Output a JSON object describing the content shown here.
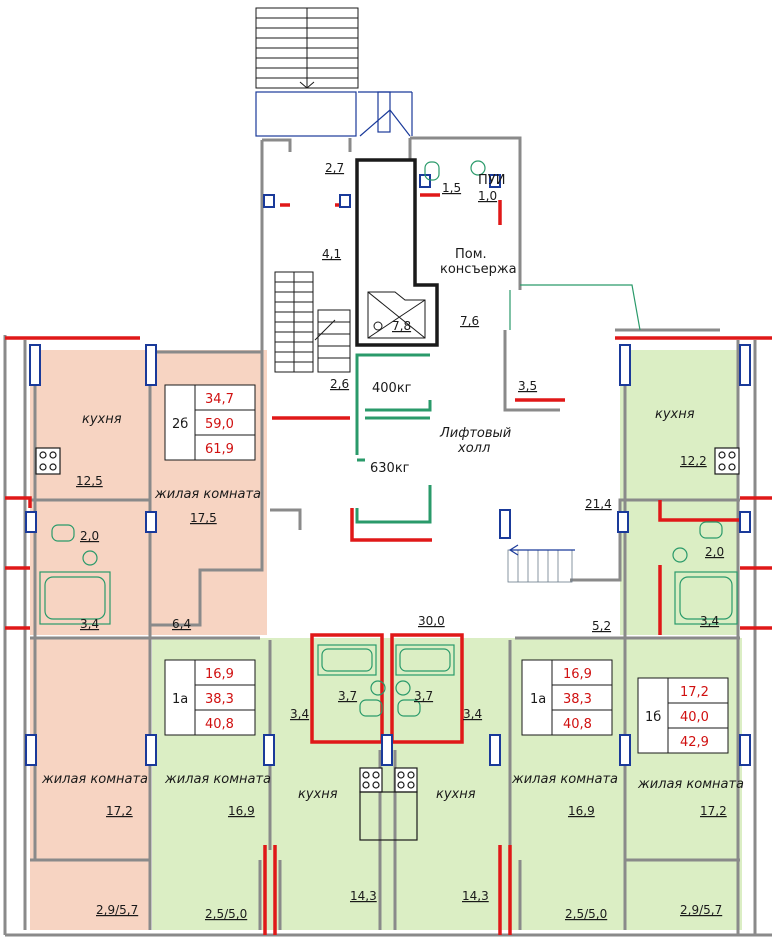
{
  "colors": {
    "peach": "#f7d4c2",
    "green": "#dbeec4",
    "wall": "#8a8a8a",
    "red": "#e01818",
    "blue": "#1a3a9a",
    "teal": "#2a9a6a"
  },
  "top": {
    "areas": [
      "2,7",
      "4,1",
      "2,6",
      "7,8",
      "7,6",
      "1,5",
      "1,0",
      "3,5"
    ],
    "pui": "ПУИ",
    "concierge_line1": "Пом.",
    "concierge_line2": "консъержа",
    "lift_small": "400кг",
    "lift_large": "630кг",
    "lift_hall_line1": "Лифтовый",
    "lift_hall_line2": "холл",
    "hall_area": "21,4",
    "corridor_area": "30,0"
  },
  "apt_left_2b": {
    "type": "2б",
    "values": [
      "34,7",
      "59,0",
      "61,9"
    ],
    "kitchen": "кухня",
    "kitchen_area": "12,5",
    "room": "жилая комната",
    "room_area": "17,5",
    "wc_area": "2,0",
    "bath_area": "3,4",
    "hall_area": "6,4"
  },
  "apt_right_top": {
    "kitchen": "кухня",
    "kitchen_area": "12,2",
    "wc_area": "2,0",
    "bath_area": "3,4",
    "hall_area": "5,2"
  },
  "apt_left_1a": {
    "type": "1а",
    "values": [
      "16,9",
      "38,3",
      "40,8"
    ],
    "room": "жилая комната",
    "room_area": "16,9",
    "hall_area": "3,4",
    "bath_area": "3,7",
    "kitchen": "кухня",
    "kitchen_area": "14,3",
    "balcony": "2,5/5,0"
  },
  "apt_right_1a": {
    "type": "1а",
    "values": [
      "16,9",
      "38,3",
      "40,8"
    ],
    "room": "жилая комната",
    "room_area": "16,9",
    "hall_area": "3,4",
    "bath_area": "3,7",
    "kitchen": "кухня",
    "kitchen_area": "14,3",
    "balcony": "2,5/5,0"
  },
  "apt_left_bottom": {
    "room": "жилая комната",
    "room_area": "17,2",
    "balcony": "2,9/5,7"
  },
  "apt_right_1b": {
    "type": "1б",
    "values": [
      "17,2",
      "40,0",
      "42,9"
    ],
    "room": "жилая комната",
    "room_area": "17,2",
    "balcony": "2,9/5,7"
  }
}
